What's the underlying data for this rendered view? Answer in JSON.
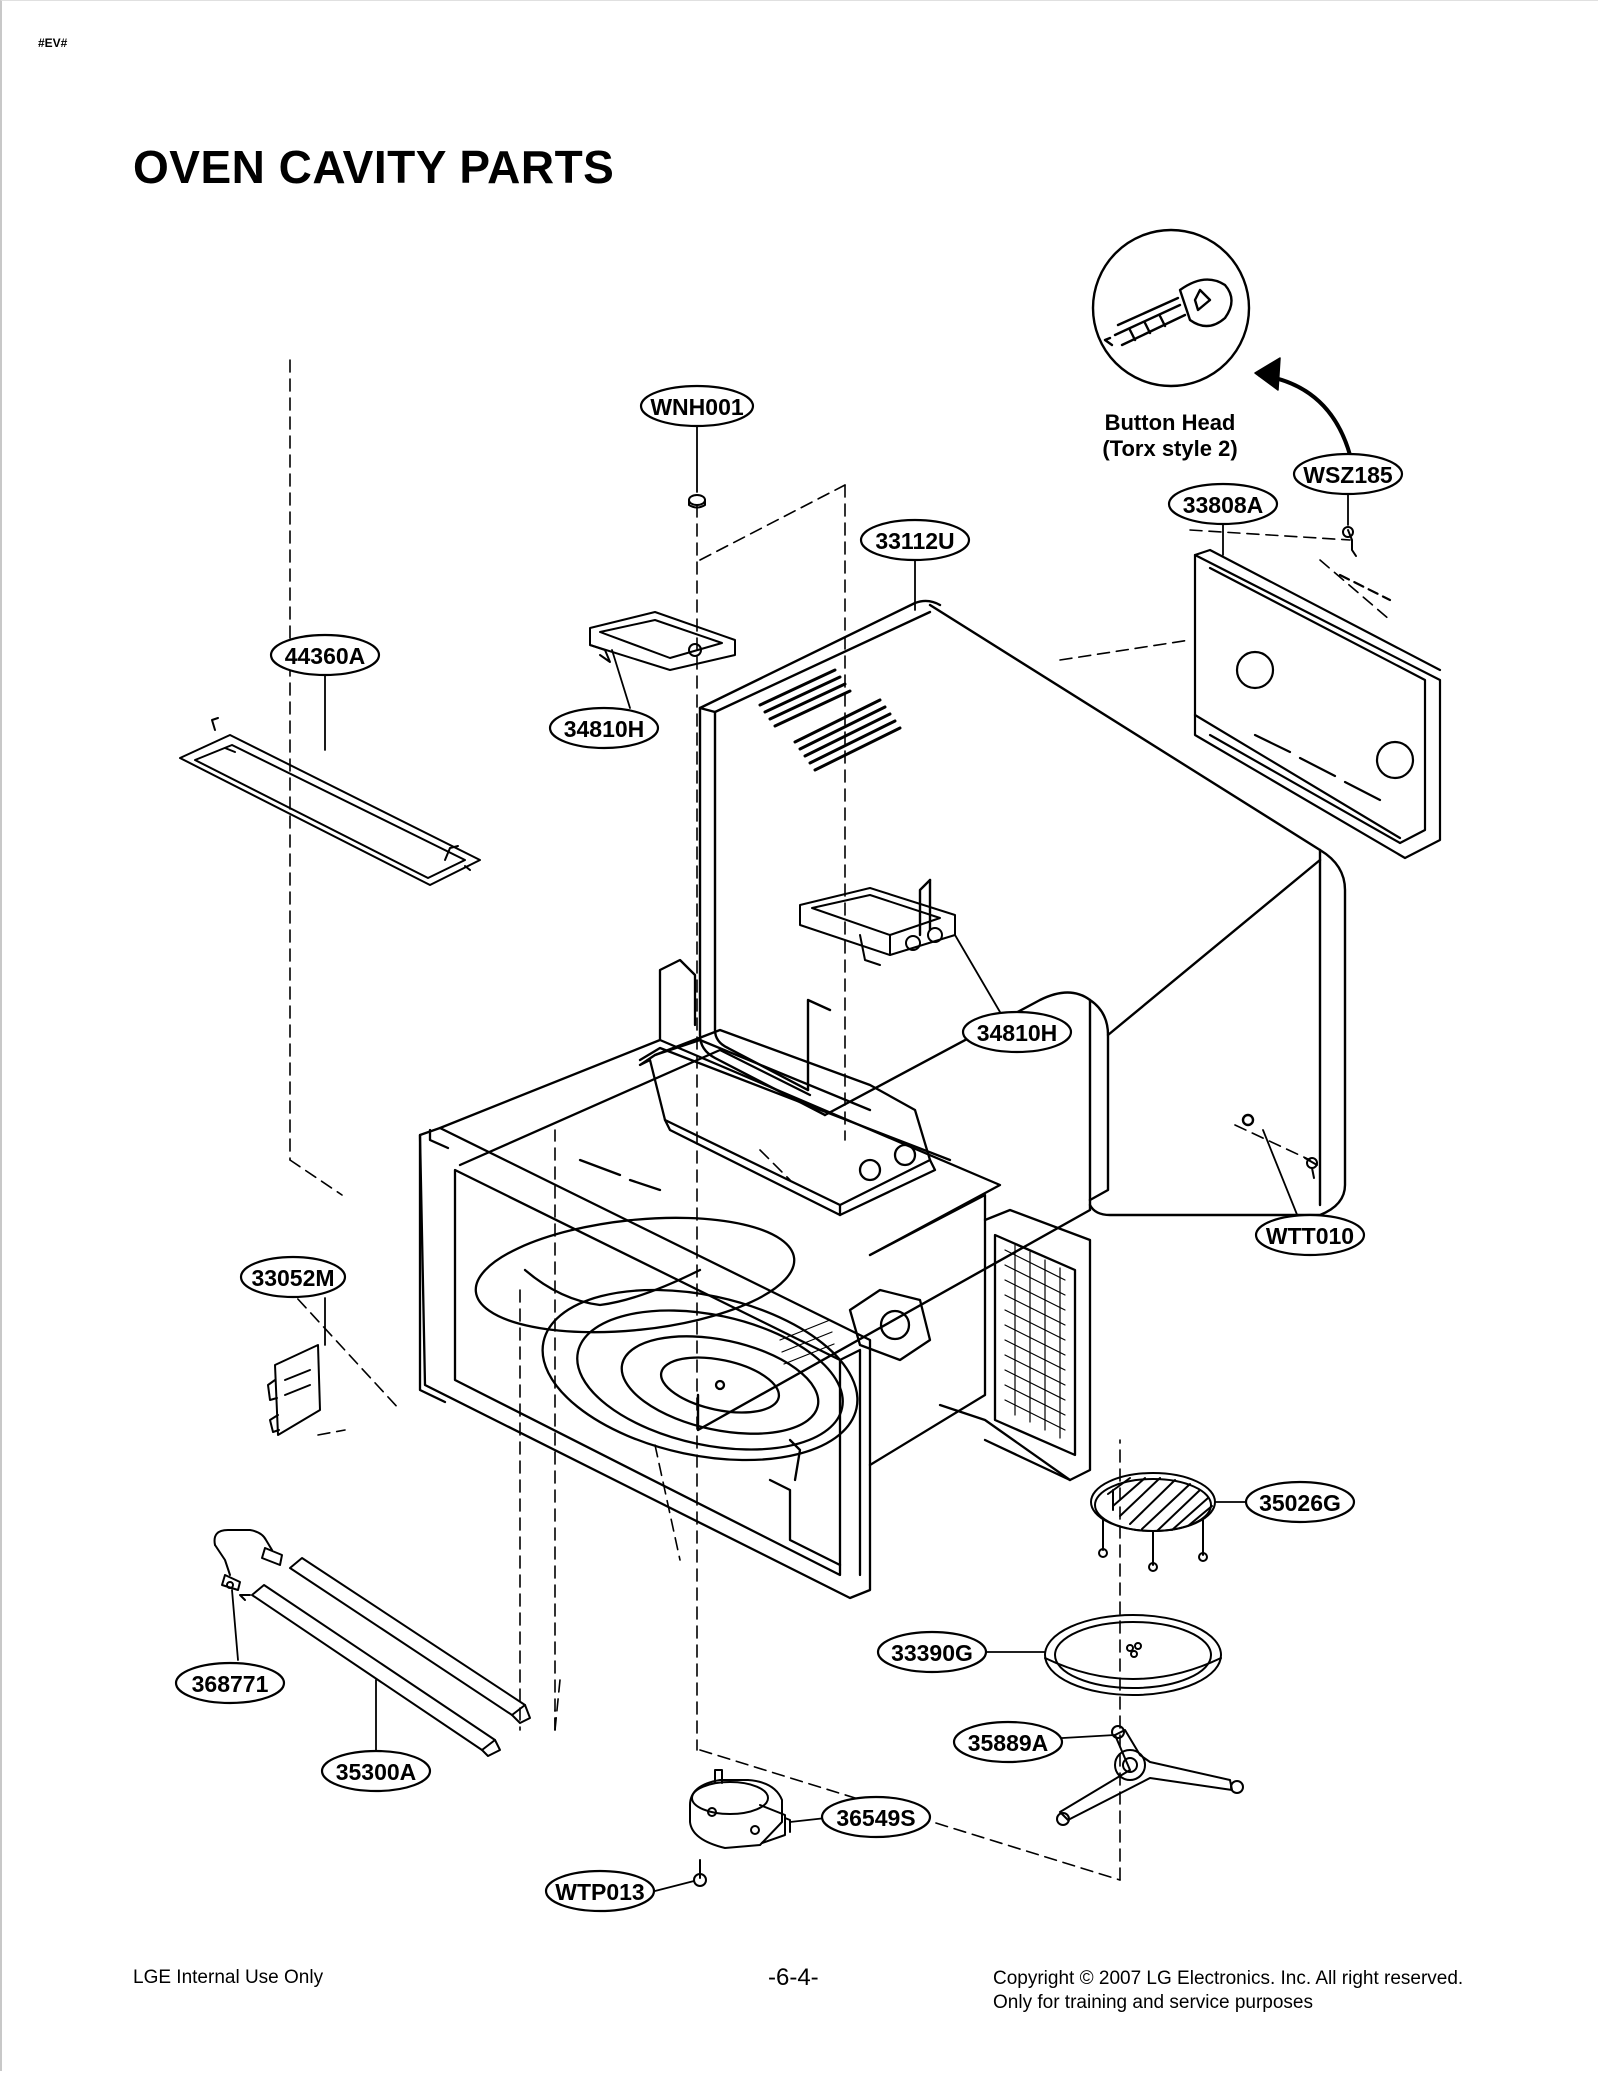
{
  "header": {
    "tag": "#EV#",
    "title": "OVEN CAVITY PARTS"
  },
  "note": {
    "line1": "Button Head",
    "line2": "(Torx style 2)"
  },
  "callouts": {
    "wnh001": "WNH001",
    "wsz185": "WSZ185",
    "c33808a": "33808A",
    "c33112u": "33112U",
    "c44360a": "44360A",
    "c34810h_top": "34810H",
    "c34810h_mid": "34810H",
    "wtt010": "WTT010",
    "c33052m": "33052M",
    "c35026g": "35026G",
    "c33390g": "33390G",
    "c368771": "368771",
    "c35889a": "35889A",
    "c35300a": "35300A",
    "c36549s": "36549S",
    "wtp013": "WTP013"
  },
  "footer": {
    "left": "LGE Internal Use Only",
    "center": "-6-4-",
    "right_line1": "Copyright © 2007 LG Electronics. Inc. All right reserved.",
    "right_line2": "Only for training and service purposes"
  }
}
